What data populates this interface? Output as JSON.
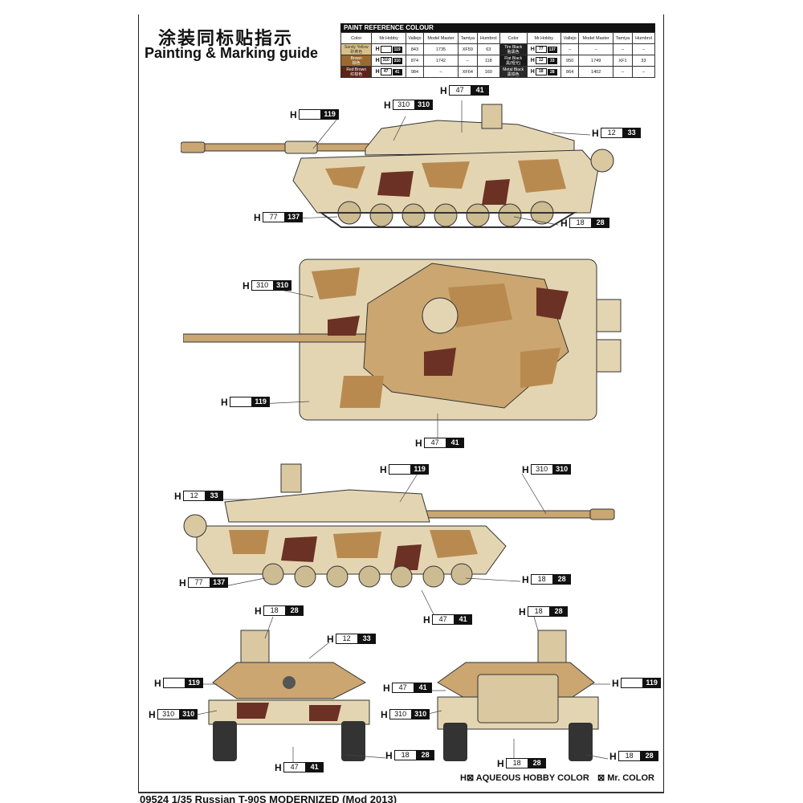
{
  "title_cn": "涂装同标贴指示",
  "title_en": "Painting & Marking guide",
  "paint_table": {
    "heading": "PAINT  REFERENCE COLOUR",
    "headers": [
      "Color",
      "Mr.Hobby",
      "Vallejo",
      "Model Master",
      "Tamiya",
      "Humbrol",
      "Color",
      "Mr.Hobby",
      "Vallejo",
      "Model Master",
      "Tamiya",
      "Humbrol"
    ],
    "rows": [
      {
        "left": {
          "name": "Sandy Yellow",
          "cn": "砂黄色",
          "swatch": "#d8c08a",
          "h": "H",
          "w": "",
          "b": "119",
          "vallejo": "843",
          "mm": "1735",
          "tamiya": "XF59",
          "humbrol": "63"
        },
        "right": {
          "name": "Tire Black",
          "cn": "胎黑色",
          "swatch": "#222222",
          "h": "H",
          "w": "77",
          "b": "137",
          "vallejo": "–",
          "mm": "–",
          "tamiya": "–",
          "humbrol": "–"
        }
      },
      {
        "left": {
          "name": "Brown",
          "cn": "棕色",
          "swatch": "#9a6a30",
          "h": "H",
          "w": "310",
          "b": "310",
          "vallejo": "874",
          "mm": "1742",
          "tamiya": "–",
          "humbrol": "118"
        },
        "right": {
          "name": "Flat Black",
          "cn": "黑(哑光)",
          "swatch": "#1a1a1a",
          "h": "H",
          "w": "12",
          "b": "33",
          "vallejo": "950",
          "mm": "1749",
          "tamiya": "XF1",
          "humbrol": "33"
        }
      },
      {
        "left": {
          "name": "Red Brown",
          "cn": "红棕色",
          "swatch": "#5a2418",
          "h": "H",
          "w": "47",
          "b": "41",
          "vallejo": "984",
          "mm": "–",
          "tamiya": "XF64",
          "humbrol": "160"
        },
        "right": {
          "name": "Metal Black",
          "cn": "黑铁色",
          "swatch": "#2a2a2a",
          "h": "H",
          "w": "18",
          "b": "28",
          "vallejo": "864",
          "mm": "1402",
          "tamiya": "–",
          "humbrol": "–"
        }
      }
    ]
  },
  "callouts": [
    {
      "h": "H",
      "w": "",
      "b": "119"
    },
    {
      "h": "H",
      "w": "310",
      "b": "310"
    },
    {
      "h": "H",
      "w": "47",
      "b": "41"
    },
    {
      "h": "H",
      "w": "12",
      "b": "33"
    },
    {
      "h": "H",
      "w": "77",
      "b": "137"
    },
    {
      "h": "H",
      "w": "18",
      "b": "28"
    },
    {
      "h": "H",
      "w": "310",
      "b": "310"
    },
    {
      "h": "H",
      "w": "",
      "b": "119"
    },
    {
      "h": "H",
      "w": "47",
      "b": "41"
    },
    {
      "h": "H",
      "w": "",
      "b": "119"
    },
    {
      "h": "H",
      "w": "310",
      "b": "310"
    },
    {
      "h": "H",
      "w": "12",
      "b": "33"
    },
    {
      "h": "H",
      "w": "77",
      "b": "137"
    },
    {
      "h": "H",
      "w": "18",
      "b": "28"
    },
    {
      "h": "H",
      "w": "47",
      "b": "41"
    },
    {
      "h": "H",
      "w": "18",
      "b": "28"
    },
    {
      "h": "H",
      "w": "12",
      "b": "33"
    },
    {
      "h": "H",
      "w": "",
      "b": "119"
    },
    {
      "h": "H",
      "w": "310",
      "b": "310"
    },
    {
      "h": "H",
      "w": "47",
      "b": "41"
    },
    {
      "h": "H",
      "w": "18",
      "b": "28"
    },
    {
      "h": "H",
      "w": "18",
      "b": "28"
    },
    {
      "h": "H",
      "w": "47",
      "b": "41"
    },
    {
      "h": "H",
      "w": "",
      "b": "119"
    },
    {
      "h": "H",
      "w": "310",
      "b": "310"
    },
    {
      "h": "H",
      "w": "18",
      "b": "28"
    },
    {
      "h": "H",
      "w": "18",
      "b": "28"
    }
  ],
  "legend": {
    "aqueous": "H⊠ AQUEOUS HOBBY COLOR",
    "mr": "⊠ Mr. COLOR"
  },
  "footer": "09524   1/35   Russian T-90S MODERNIZED (Mod 2013)",
  "colors": {
    "sand": "#e4d5b2",
    "brown": "#b98a50",
    "red_brown": "#6b3124",
    "black": "#111111"
  }
}
